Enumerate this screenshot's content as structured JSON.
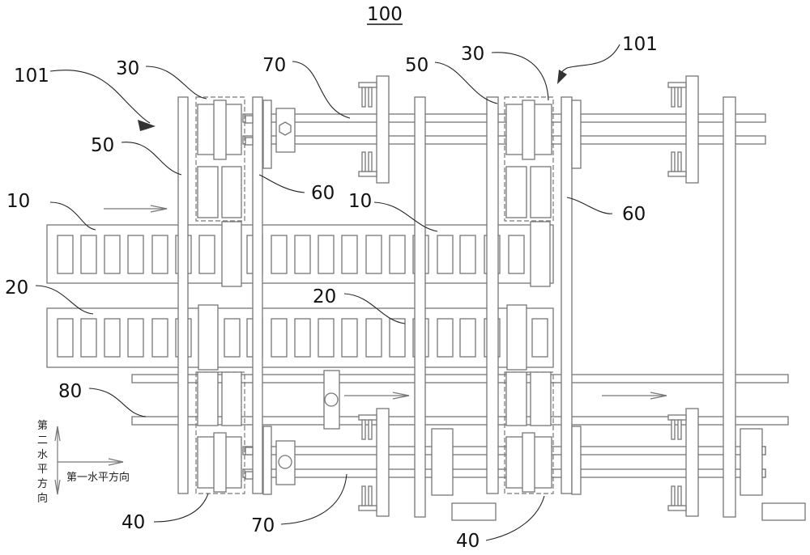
{
  "figure": {
    "title": "100",
    "labels": {
      "assembly_left": "101",
      "assembly_right": "101",
      "part_30_left": "30",
      "part_30_right": "30",
      "part_70_top": "70",
      "part_70_bottom": "70",
      "part_50_left": "50",
      "part_50_right": "50",
      "part_60_left": "60",
      "part_60_right": "60",
      "part_10_left": "10",
      "part_10_right": "10",
      "part_20_left": "20",
      "part_20_right": "20",
      "part_80": "80",
      "part_40_left": "40",
      "part_40_right": "40"
    },
    "axes": {
      "second_horizontal_direction": [
        "第",
        "二",
        "水",
        "平",
        "方",
        "向"
      ],
      "first_horizontal_direction": "第一水平方向"
    },
    "line_color": "#777777",
    "text_color": "#111111"
  }
}
